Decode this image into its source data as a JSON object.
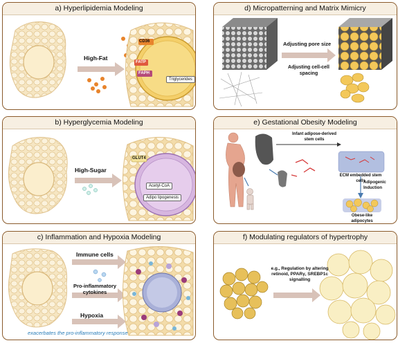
{
  "panels": {
    "a": {
      "title": "a) Hyperlipidemia Modeling",
      "arrow_label": "High-Fat",
      "markers": [
        "CD36",
        "FATP",
        "FAPH"
      ],
      "inner_label": "Triglycerides"
    },
    "b": {
      "title": "b) Hyperglycemia Modeling",
      "arrow_label": "High-Sugar",
      "marker": "GLUT4",
      "inner_labels": [
        "Acetyl-CoA",
        "Adipo lipogenesis"
      ]
    },
    "c": {
      "title": "c) Inflammation and Hypoxia Modeling",
      "labels": [
        "Immune cells",
        "Pro-inflammatory cytokines",
        "Hypoxia"
      ],
      "caption": "exacerbates the pro-inflammatory response"
    },
    "d": {
      "title": "d) Micropatterning and Matrix Mimicry",
      "labels": [
        "Adjusting pore size",
        "Adjusting cell-cell spacing"
      ]
    },
    "e": {
      "title": "e) Gestational Obesity Modeling",
      "labels": [
        "Infant adipose-derived stem cells",
        "ECM embedded stem cells",
        "Adipogenic Induction",
        "Obese-like adipocytes"
      ]
    },
    "f": {
      "title": "f) Modulating regulators of hypertrophy",
      "label": "e.g., Regulation by altering retinoid, PPARγ, SREBP1c signalling"
    }
  },
  "colors": {
    "border": "#8a5a2b",
    "title_bg": "#f7efe2",
    "tissue": "#f3dfb3",
    "adipocyte": "#f2c962",
    "orange_dot": "#e8842c",
    "purple": "#c9a7d6",
    "blue_caption": "#2a7db8"
  }
}
